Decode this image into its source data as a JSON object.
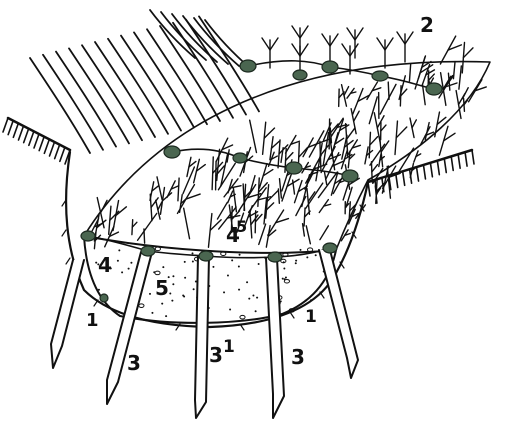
{
  "colors": {
    "ink": "#111111",
    "paper": "#ffffff",
    "node_fill": "#4a6650",
    "node_stroke": "#1c2a20"
  },
  "labels": {
    "l1a": "1",
    "l1b": "1",
    "l1c": "1",
    "l2": "2",
    "l3a": "3",
    "l3b": "3",
    "l3c": "3",
    "l4a": "4",
    "l4b": "4",
    "l5a": "5",
    "l5b": "5"
  }
}
